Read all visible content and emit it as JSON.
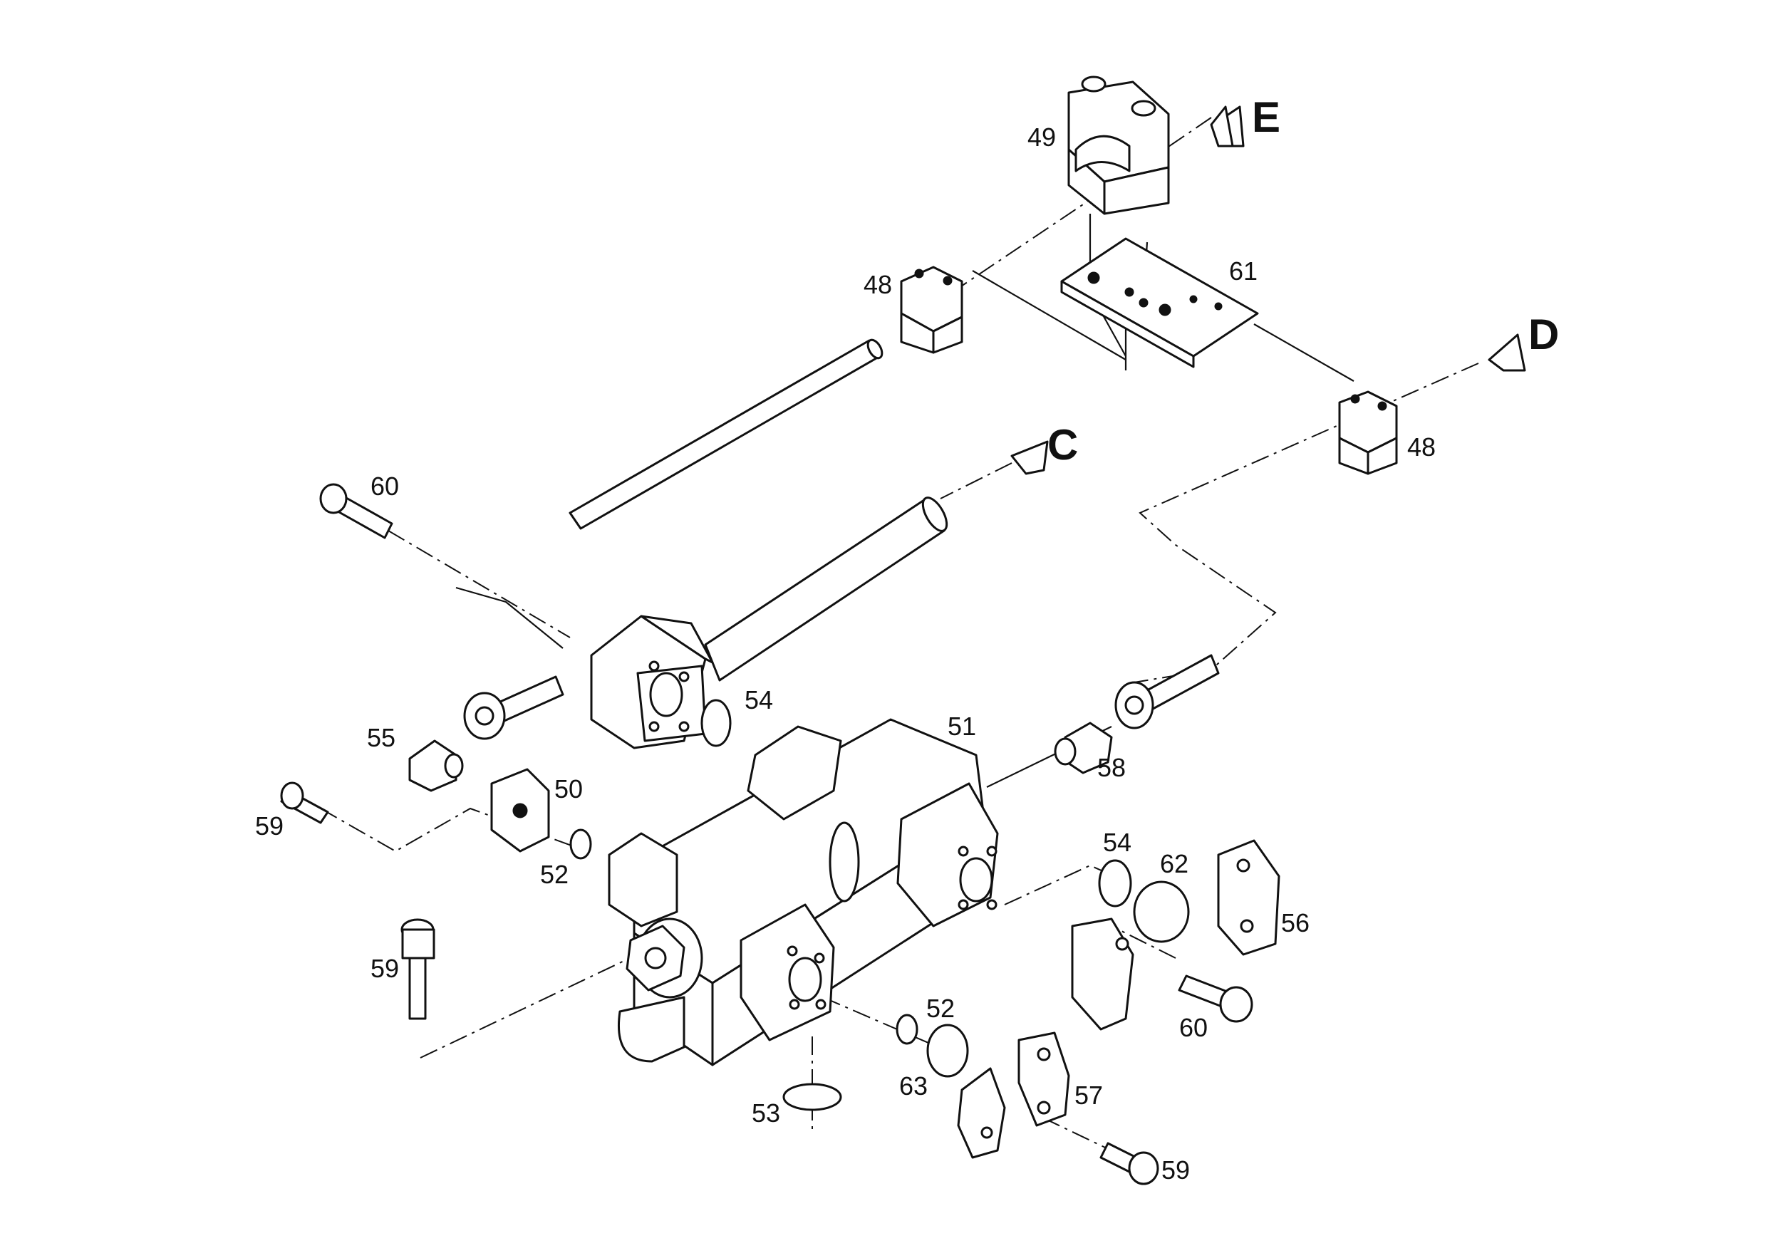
{
  "view_labels": {
    "c": "C",
    "d": "D",
    "e": "E"
  },
  "callouts": {
    "p48a": "48",
    "p48b": "48",
    "p49": "49",
    "p50": "50",
    "p51": "51",
    "p52a": "52",
    "p52b": "52",
    "p53": "53",
    "p54a": "54",
    "p54b": "54",
    "p55": "55",
    "p56": "56",
    "p57": "57",
    "p58": "58",
    "p59a": "59",
    "p59b": "59",
    "p59c": "59",
    "p60a": "60",
    "p60b": "60",
    "p61": "61",
    "p62": "62",
    "p63": "63"
  },
  "colors": {
    "ink": "#111111",
    "paper": "#ffffff"
  }
}
